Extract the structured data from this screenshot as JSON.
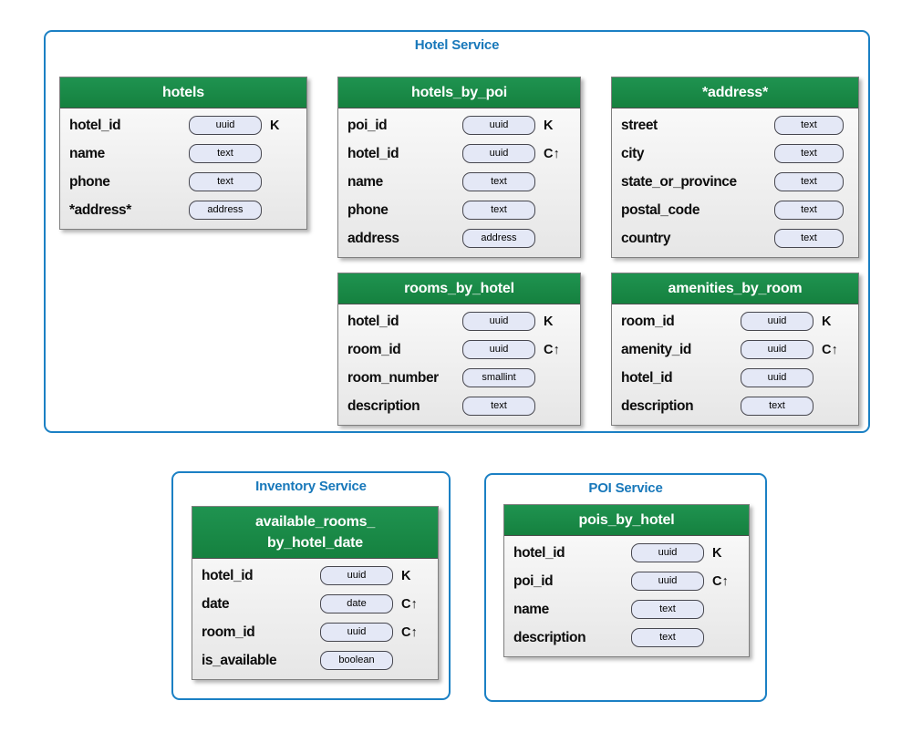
{
  "colors": {
    "service_border_blue": "#1b80c4",
    "service_label_blue": "#1878ba",
    "table_header_green": "#178a45",
    "pill_background": "#e4e8f6",
    "table_body_gradient_bottom": "#e6e6e6"
  },
  "services": [
    {
      "name": "Hotel Service",
      "tables": [
        {
          "title_lines": [
            "hotels"
          ],
          "fields": [
            {
              "name": "hotel_id",
              "type": "uuid",
              "key": "K"
            },
            {
              "name": "name",
              "type": "text",
              "key": ""
            },
            {
              "name": "phone",
              "type": "text",
              "key": ""
            },
            {
              "name": "*address*",
              "type": "address",
              "key": ""
            }
          ]
        },
        {
          "title_lines": [
            "hotels_by_poi"
          ],
          "fields": [
            {
              "name": "poi_id",
              "type": "uuid",
              "key": "K"
            },
            {
              "name": "hotel_id",
              "type": "uuid",
              "key": "C↑"
            },
            {
              "name": "name",
              "type": "text",
              "key": ""
            },
            {
              "name": "phone",
              "type": "text",
              "key": ""
            },
            {
              "name": "address",
              "type": "address",
              "key": ""
            }
          ]
        },
        {
          "title_lines": [
            "*address*"
          ],
          "fields": [
            {
              "name": "street",
              "type": "text",
              "key": ""
            },
            {
              "name": "city",
              "type": "text",
              "key": ""
            },
            {
              "name": "state_or_province",
              "type": "text",
              "key": ""
            },
            {
              "name": "postal_code",
              "type": "text",
              "key": ""
            },
            {
              "name": "country",
              "type": "text",
              "key": ""
            }
          ]
        },
        {
          "title_lines": [
            "rooms_by_hotel"
          ],
          "fields": [
            {
              "name": "hotel_id",
              "type": "uuid",
              "key": "K"
            },
            {
              "name": "room_id",
              "type": "uuid",
              "key": "C↑"
            },
            {
              "name": "room_number",
              "type": "smallint",
              "key": ""
            },
            {
              "name": "description",
              "type": "text",
              "key": ""
            }
          ]
        },
        {
          "title_lines": [
            "amenities_by_room"
          ],
          "fields": [
            {
              "name": "room_id",
              "type": "uuid",
              "key": "K"
            },
            {
              "name": "amenity_id",
              "type": "uuid",
              "key": "C↑"
            },
            {
              "name": "hotel_id",
              "type": "uuid",
              "key": ""
            },
            {
              "name": "description",
              "type": "text",
              "key": ""
            }
          ]
        }
      ]
    },
    {
      "name": "Inventory Service",
      "tables": [
        {
          "title_lines": [
            "available_rooms_",
            "by_hotel_date"
          ],
          "fields": [
            {
              "name": "hotel_id",
              "type": "uuid",
              "key": "K"
            },
            {
              "name": "date",
              "type": "date",
              "key": "C↑"
            },
            {
              "name": "room_id",
              "type": "uuid",
              "key": "C↑"
            },
            {
              "name": "is_available",
              "type": "boolean",
              "key": ""
            }
          ]
        }
      ]
    },
    {
      "name": "POI Service",
      "tables": [
        {
          "title_lines": [
            "pois_by_hotel"
          ],
          "fields": [
            {
              "name": "hotel_id",
              "type": "uuid",
              "key": "K"
            },
            {
              "name": "poi_id",
              "type": "uuid",
              "key": "C↑"
            },
            {
              "name": "name",
              "type": "text",
              "key": ""
            },
            {
              "name": "description",
              "type": "text",
              "key": ""
            }
          ]
        }
      ]
    }
  ]
}
